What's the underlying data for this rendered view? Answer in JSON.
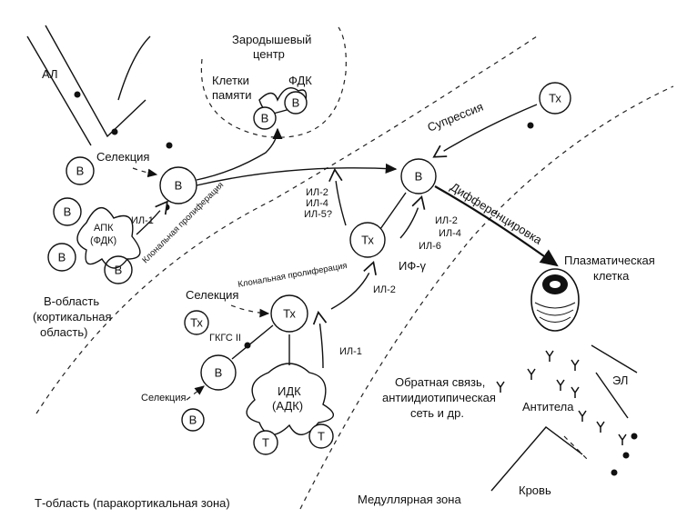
{
  "regions": {
    "al": "АЛ",
    "el": "ЭЛ",
    "b_area": "В-область",
    "b_area_sub1": "(кортикальная",
    "b_area_sub2": "область)",
    "t_area": "Т-область (паракортикальная зона)",
    "medullary": "Медуллярная зона",
    "blood": "Кровь",
    "germinal_1": "Зародышевый",
    "germinal_2": "центр"
  },
  "cells": {
    "b": "В",
    "th": "Тх",
    "t": "Т",
    "memory_1": "Клетки",
    "memory_2": "памяти",
    "fdk": "ФДК",
    "apk_1": "АПК",
    "apk_2": "(ФДК)",
    "idk_1": "ИДК",
    "idk_2": "(АДК)",
    "plasma_1": "Плазматическая",
    "plasma_2": "клетка",
    "antibodies": "Антитела"
  },
  "processes": {
    "selection": "Селекция",
    "clonal_prolif": "Клональная пролиферация",
    "suppression": "Супрессия",
    "differentiation": "Дифференцировка",
    "feedback_1": "Обратная связь,",
    "feedback_2": "антиидиотипическая",
    "feedback_3": "сеть и др."
  },
  "signals": {
    "il1": "ИЛ-1",
    "il2": "ИЛ-2",
    "il4": "ИЛ-4",
    "il5": "ИЛ-5?",
    "il6": "ИЛ-6",
    "ifg": "ИФ-γ",
    "mhc": "ГКГС II"
  }
}
